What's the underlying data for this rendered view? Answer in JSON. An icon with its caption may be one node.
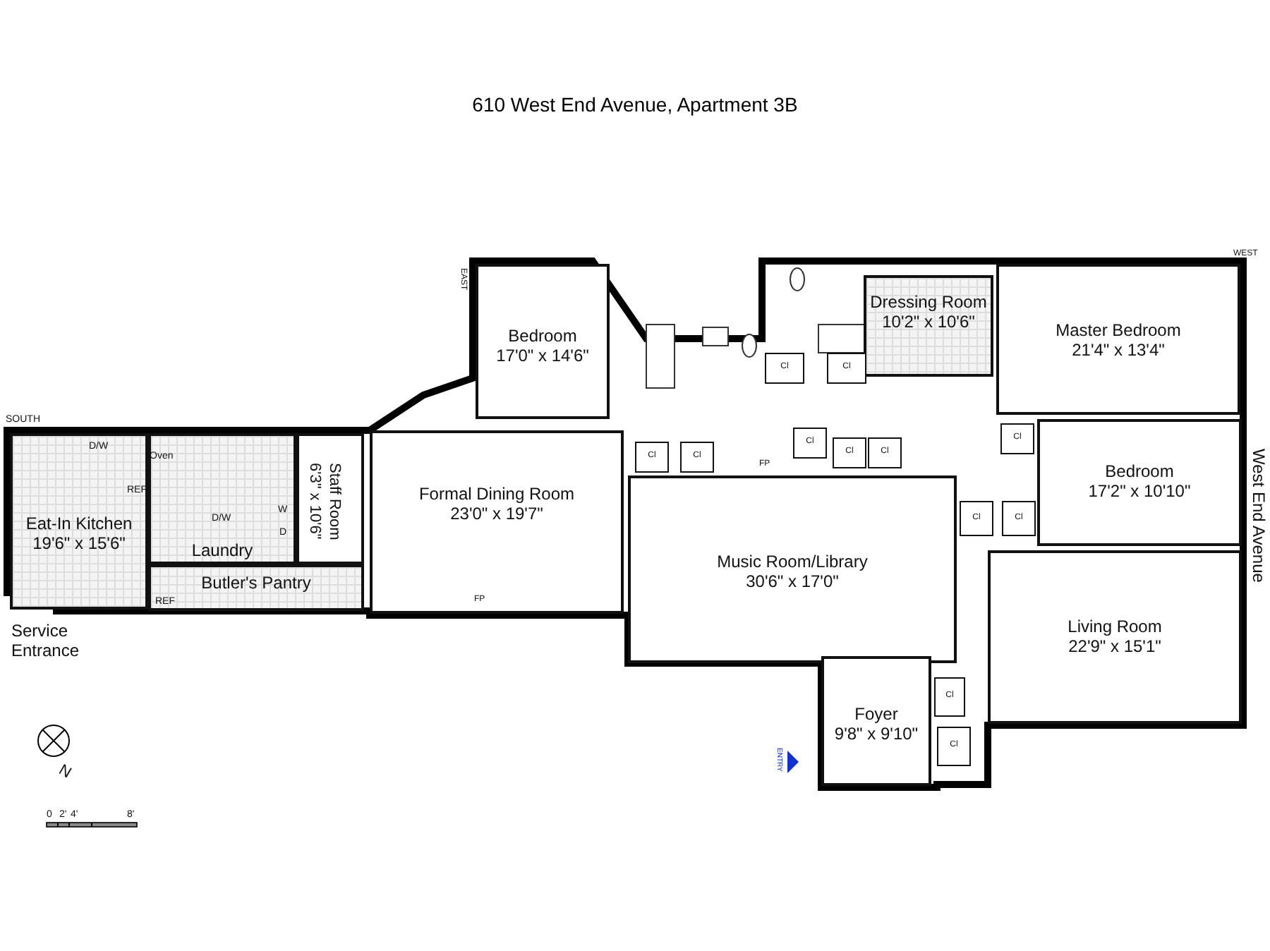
{
  "diagram": {
    "title": "610 West End Avenue, Apartment 3B",
    "nodes": [
      {
        "text": [
          "Bedroom",
          "17'0\" x 14'6\""
        ]
      },
      {
        "text": [
          "Dressing Room",
          "10'2\" x 10'6\""
        ]
      },
      {
        "text": [
          "Master Bedroom",
          "21'4\" x 13'4\""
        ]
      },
      {
        "text": [
          "Cl"
        ]
      },
      {
        "text": [
          "Cl"
        ]
      },
      {
        "text": [
          "Eat-In Kitchen",
          "19'6\" x 15'6\""
        ]
      },
      {
        "text": [
          "Laundry"
        ]
      },
      {
        "text": [
          "Staff Room",
          "6'3\" x 10'6\""
        ]
      },
      {
        "text": [
          "Formal Dining Room",
          "23'0\" x 19'7\""
        ]
      },
      {
        "text": [
          "Cl"
        ]
      },
      {
        "text": [
          "Cl"
        ]
      },
      {
        "text": [
          "Cl"
        ]
      },
      {
        "text": [
          "Cl"
        ]
      },
      {
        "text": [
          "Bedroom",
          "17'2\" x 10'10\""
        ]
      },
      {
        "text": [
          "Cl"
        ]
      },
      {
        "text": [
          "Cl"
        ]
      },
      {
        "text": [
          "Cl"
        ]
      },
      {
        "text": [
          "Cl"
        ]
      },
      {
        "text": [
          "Butler's Pantry"
        ]
      },
      {
        "text": [
          "Music Room/Library",
          "30'6\" x 17'0\""
        ]
      },
      {
        "text": [
          "Living Room",
          "22'9\" x 15'1\""
        ]
      },
      {
        "text": [
          "Cl"
        ]
      },
      {
        "text": [
          "Foyer",
          "9'8\" x 9'10\""
        ]
      },
      {
        "text": [
          "Cl"
        ]
      }
    ],
    "edges": [],
    "labels": [
      "EAST",
      "WEST",
      "SOUTH",
      "D/W",
      "Oven",
      "REF",
      "FP",
      "W",
      "West End Avenue",
      "D/W",
      "D",
      "REF",
      "FP",
      "Service Entrance",
      "ENTRY",
      "N",
      "0",
      "2'",
      "4'",
      "8'"
    ]
  }
}
